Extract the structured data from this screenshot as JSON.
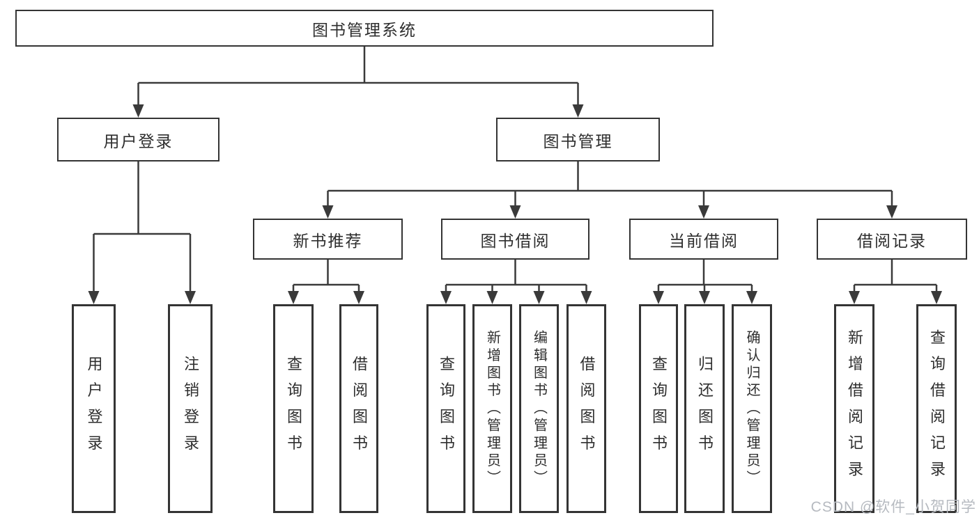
{
  "diagram": {
    "root": {
      "label": "图书管理系统"
    },
    "branches": [
      {
        "label": "用户登录",
        "children": [
          {
            "label": "用户登录"
          },
          {
            "label": "注销登录"
          }
        ]
      },
      {
        "label": "图书管理",
        "children": [
          {
            "label": "新书推荐",
            "children": [
              {
                "label": "查询图书"
              },
              {
                "label": "借阅图书"
              }
            ]
          },
          {
            "label": "图书借阅",
            "children": [
              {
                "label": "查询图书"
              },
              {
                "label": "新增图书（管理员）"
              },
              {
                "label": "编辑图书（管理员）"
              },
              {
                "label": "借阅图书"
              }
            ]
          },
          {
            "label": "当前借阅",
            "children": [
              {
                "label": "查询图书"
              },
              {
                "label": "归还图书"
              },
              {
                "label": "确认归还（管理员）"
              }
            ]
          },
          {
            "label": "借阅记录",
            "children": [
              {
                "label": "新增借阅记录"
              },
              {
                "label": "查询借阅记录"
              }
            ]
          }
        ]
      }
    ],
    "watermark": "CSDN @软件_小贺同学",
    "colors": {
      "line": "#3a3a3a",
      "box_border": "#343434",
      "box_bg": "#ffffff",
      "text": "#2e2e2e",
      "watermark": "#b6bac0"
    }
  }
}
